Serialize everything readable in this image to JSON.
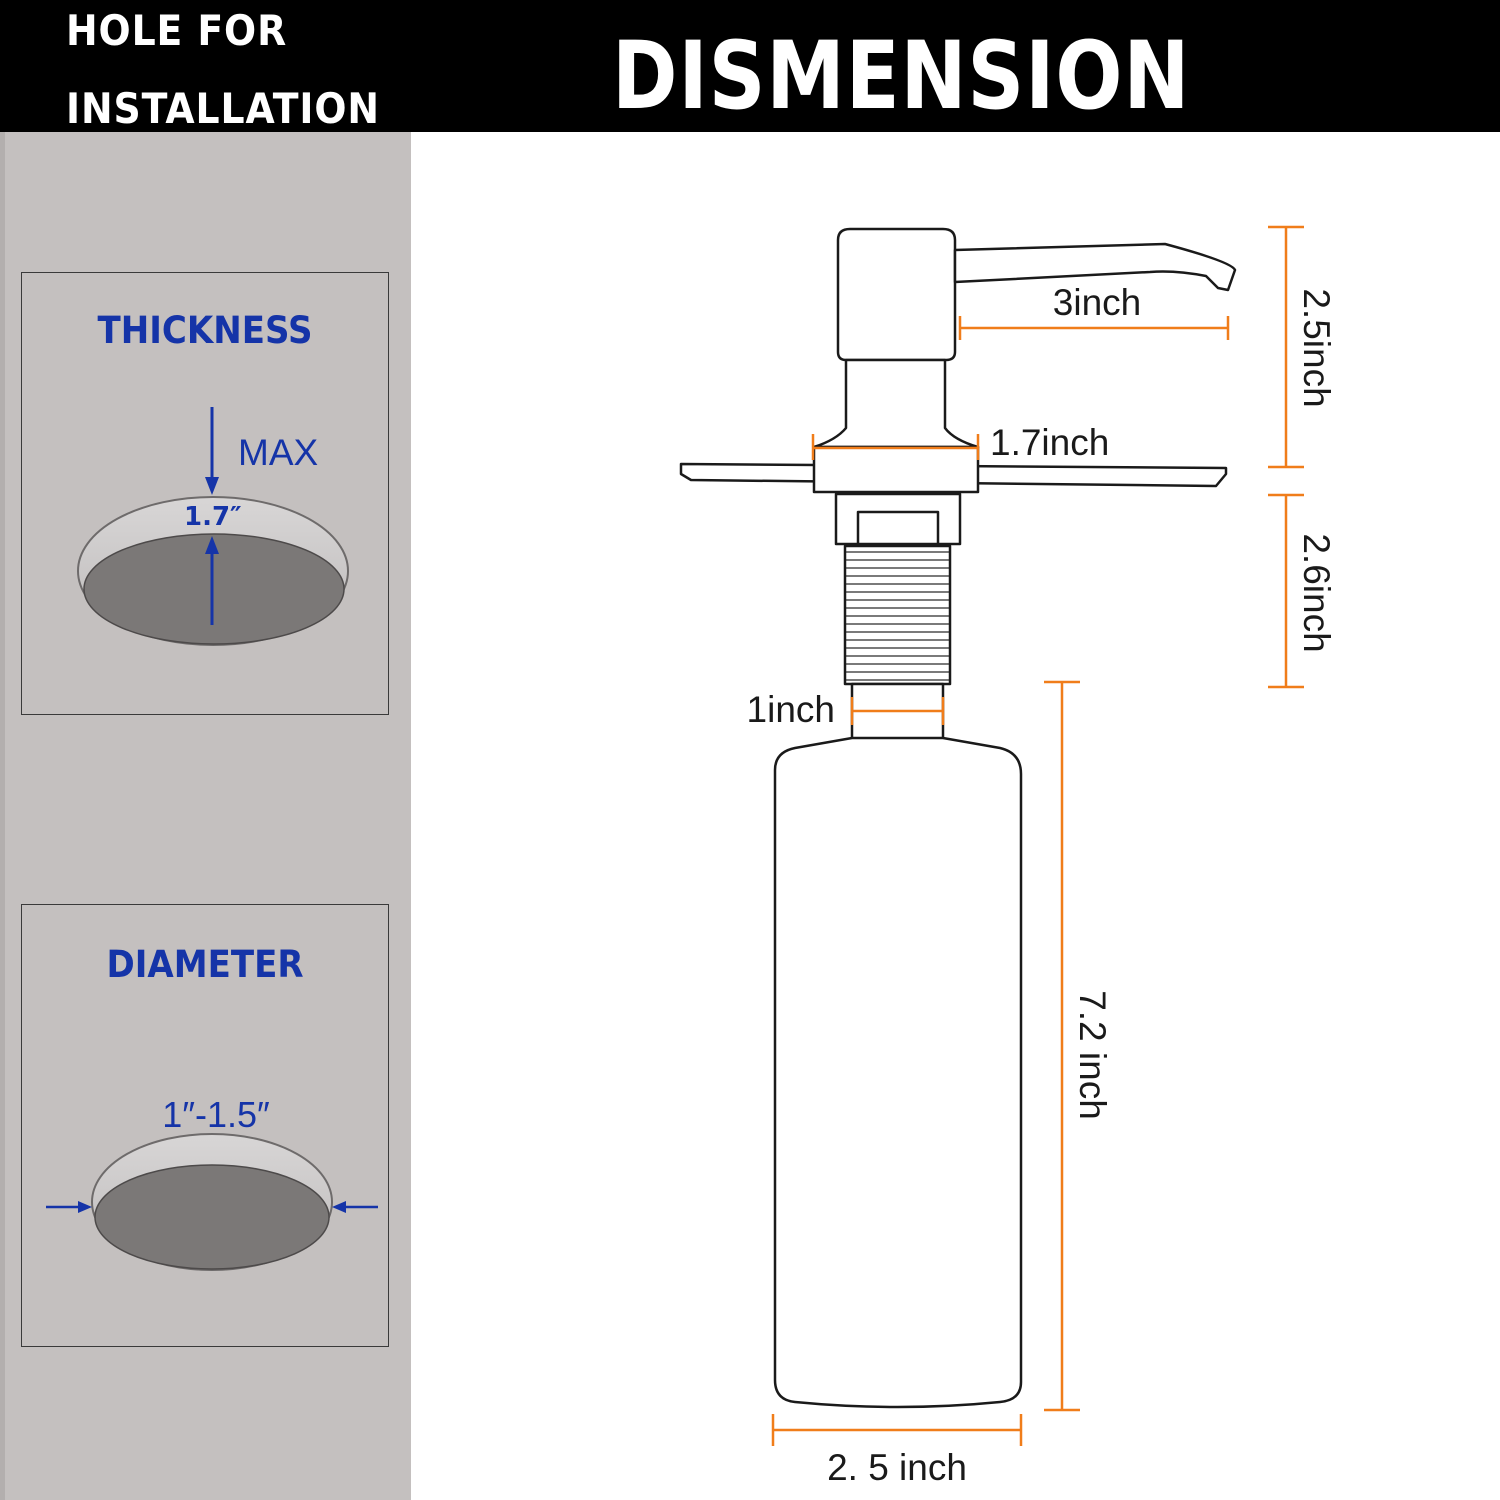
{
  "header": {
    "hole_title_line1": "HOLE FOR",
    "hole_title_line2": "INSTALLATION",
    "main_title": "DISMENSION"
  },
  "thickness_card": {
    "title": "THICKNESS",
    "max_label": "MAX",
    "value_label": "1.7″"
  },
  "diameter_card": {
    "title": "DIAMETER",
    "value_label": "1″-1.5″"
  },
  "dimensions": {
    "spout_length": "3inch",
    "flange_width": "1.7inch",
    "neck_diameter": "1inch",
    "bottle_width": "2. 5 inch",
    "top_height": "2.5inch",
    "shank_height": "2.6inch",
    "bottle_height": "7.2 inch"
  },
  "colors": {
    "header_bg": "#000000",
    "panel_bg": "#c4c0bf",
    "label_blue": "#1534a8",
    "dimension_orange": "#f07d1a",
    "outline": "#1a1a1a"
  }
}
